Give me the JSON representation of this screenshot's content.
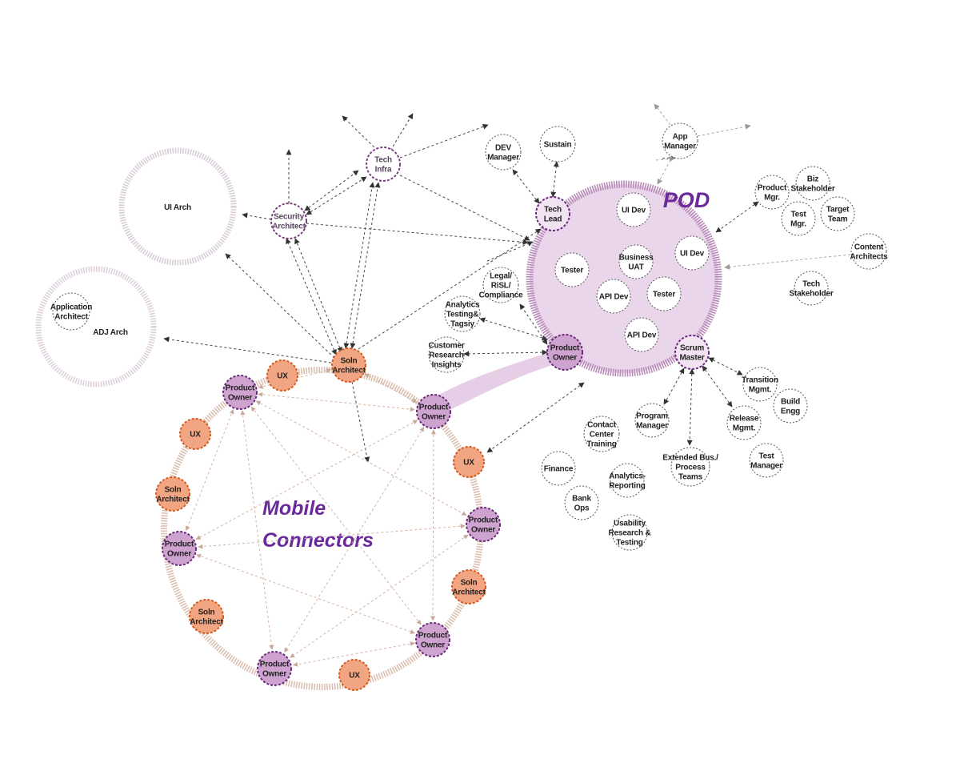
{
  "titles": {
    "pod": "POD",
    "mobile_line1": "Mobile",
    "mobile_line2": "Connectors"
  },
  "big_circles": {
    "ui_arch": "UI Arch",
    "adj_arch": "ADJ Arch"
  },
  "nodes": {
    "application_architect": [
      "Application",
      "Architect"
    ],
    "security_architect": [
      "Security",
      "Architect"
    ],
    "tech_infra": [
      "Tech",
      "Infra"
    ],
    "dev_manager": [
      "DEV",
      "Manager"
    ],
    "sustain": [
      "Sustain"
    ],
    "app_manager": [
      "App",
      "Manager"
    ],
    "tech_lead": [
      "Tech",
      "Lead"
    ],
    "pod_ui_dev_1": [
      "UI Dev"
    ],
    "pod_ui_dev_2": [
      "UI Dev"
    ],
    "pod_tester_1": [
      "Tester"
    ],
    "pod_tester_2": [
      "Tester"
    ],
    "pod_business_uat": [
      "Business",
      "UAT"
    ],
    "pod_api_dev_1": [
      "API Dev"
    ],
    "pod_api_dev_2": [
      "API Dev"
    ],
    "pod_product_owner": [
      "Product",
      "Owner"
    ],
    "scrum_master": [
      "Scrum",
      "Master"
    ],
    "product_mgr": [
      "Product",
      "Mgr."
    ],
    "biz_stakeholder": [
      "Biz",
      "Stakeholder"
    ],
    "test_mgr": [
      "Test",
      "Mgr."
    ],
    "target_team": [
      "Target",
      "Team"
    ],
    "content_architects": [
      "Content",
      "Architects"
    ],
    "tech_stakeholder": [
      "Tech",
      "Stakeholder"
    ],
    "legal": [
      "Legal/",
      "RiSL/",
      "Compliance"
    ],
    "analytics_testing": [
      "Analytics",
      "Testing&",
      "Tagsiy"
    ],
    "customer_research": [
      "Customer",
      "Research",
      "Insights"
    ],
    "transition_mgmt": [
      "Transition",
      "Mgmt."
    ],
    "build_engg": [
      "Build",
      "Engg"
    ],
    "program_manager": [
      "Program",
      "Manager"
    ],
    "release_mgmt": [
      "Release",
      "Mgmt."
    ],
    "extended_bus": [
      "Extended Bus./",
      "Process",
      "Teams"
    ],
    "test_manager": [
      "Test",
      "Manager"
    ],
    "contact_center": [
      "Contact",
      "Center",
      "Training"
    ],
    "finance": [
      "Finance"
    ],
    "analytics_reporting": [
      "Analytics-",
      "Reporting"
    ],
    "bank_ops": [
      "Bank",
      "Ops"
    ],
    "usability": [
      "Usability",
      "Research &",
      "Testing"
    ],
    "ring_soln_architect_top": [
      "Soln",
      "Architect"
    ],
    "ring_ux_1": [
      "UX"
    ],
    "ring_product_owner_1": [
      "Product",
      "Owner"
    ],
    "ring_product_owner_2": [
      "Product",
      "Owner"
    ],
    "ring_ux_2": [
      "UX"
    ],
    "ring_ux_3": [
      "UX"
    ],
    "ring_soln_architect_2": [
      "Soln",
      "Architect"
    ],
    "ring_product_owner_3": [
      "Product",
      "Owner"
    ],
    "ring_product_owner_4": [
      "Product",
      "Owner"
    ],
    "ring_soln_architect_3": [
      "Soln",
      "Architect"
    ],
    "ring_soln_architect_4": [
      "Soln",
      "Architect"
    ],
    "ring_product_owner_5": [
      "Product",
      "Owner"
    ],
    "ring_product_owner_6": [
      "Product",
      "Owner"
    ],
    "ring_ux_4": [
      "UX"
    ]
  },
  "colors": {
    "purple_dark": "#6a2a7a",
    "purple_fill": "#cfa3d0",
    "pod_fill": "#ead6ea",
    "pod_ring": "#b07ab0",
    "orange_fill": "#f2a582",
    "orange_stroke": "#d45a1e",
    "ring_band": "#d7b6a6",
    "gray_dashed": "#444444",
    "title_purple": "#6a2a9c"
  }
}
